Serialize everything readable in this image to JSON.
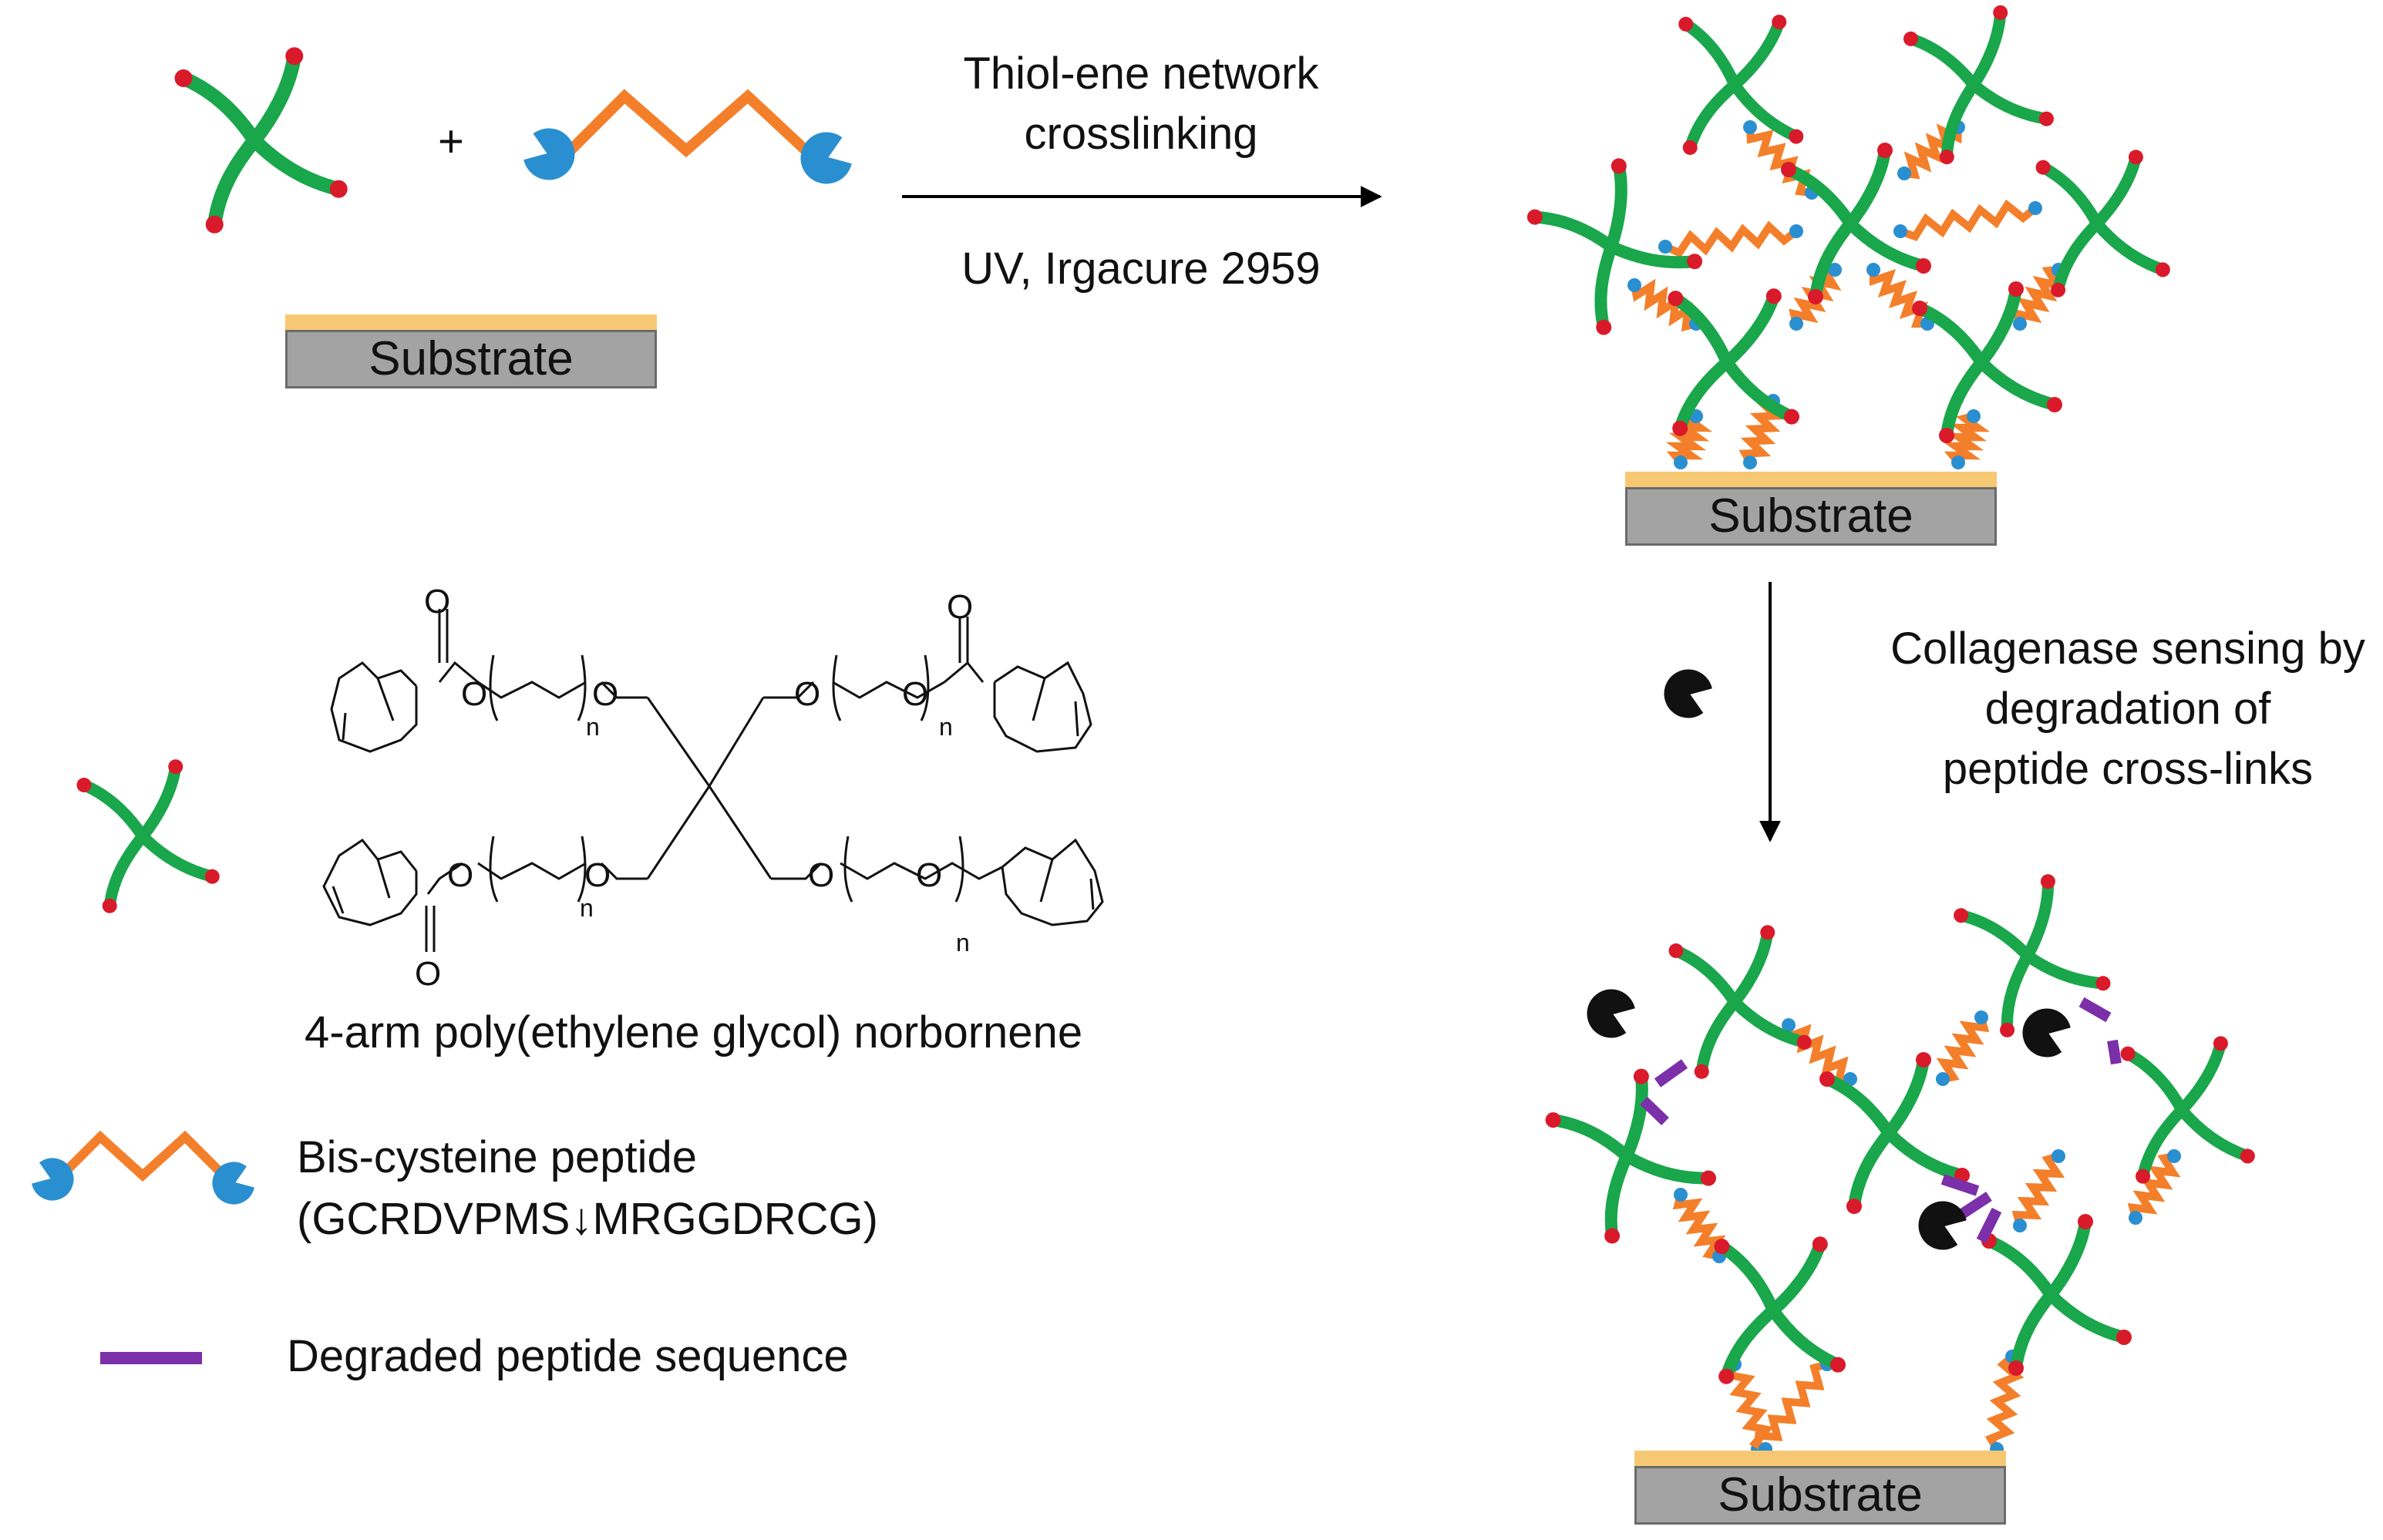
{
  "reaction": {
    "plus": "+",
    "arrow_top": [
      "Thiol-ene network",
      "crosslinking"
    ],
    "arrow_bottom": "UV, Irgacure 2959"
  },
  "substrate_label": "Substrate",
  "sensing": {
    "lines": [
      "Collagenase sensing by",
      "degradation of",
      "peptide cross-links"
    ]
  },
  "chemistry": {
    "name": "4-arm poly(ethylene glycol) norbornene",
    "atom_O": "O",
    "subscript_n": "n"
  },
  "legend": {
    "peptide_line1": "Bis-cysteine peptide",
    "peptide_line2": "(GCRDVPMS↓MRGGDRCG)",
    "degraded": "Degraded peptide sequence"
  },
  "colors": {
    "peg_arm": "#1aa64b",
    "arm_end": "#d91a2a",
    "peptide": "#f47f2a",
    "cysteine": "#2a8fd0",
    "degraded": "#7b2fa8",
    "enzyme": "#111111",
    "substrate_gray": "#a3a3a3",
    "substrate_gold": "#f7c873"
  },
  "icons": {
    "peg": "four-arm-star-icon",
    "peptide": "zigzag-peptide-icon",
    "enzyme": "pacman-enzyme-icon"
  }
}
